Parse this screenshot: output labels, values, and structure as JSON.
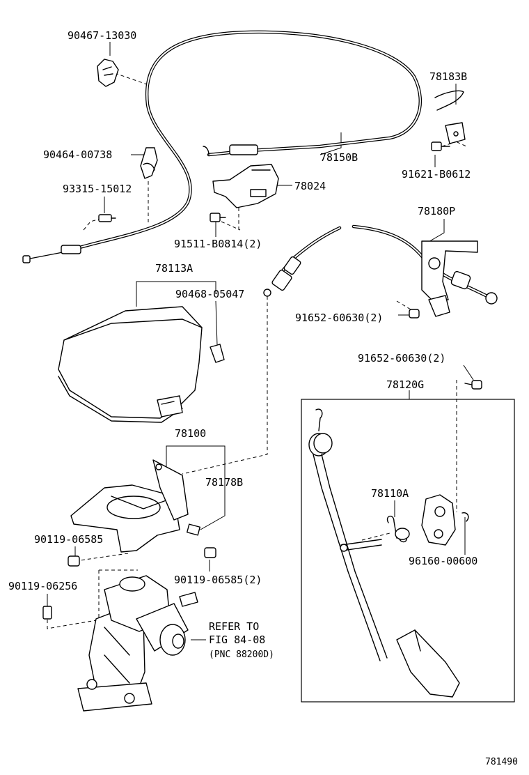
{
  "labels": {
    "p90467": "90467-13030",
    "p78183B": "78183B",
    "p90464": "90464-00738",
    "p78150B": "78150B",
    "p91621": "91621-B0612",
    "p93315": "93315-15012",
    "p78024": "78024",
    "p91511": "91511-B0814(2)",
    "p78180P": "78180P",
    "p78113A": "78113A",
    "p90468": "90468-05047",
    "p91652a": "91652-60630(2)",
    "p91652b": "91652-60630(2)",
    "p78120G": "78120G",
    "p78100": "78100",
    "p78178B": "78178B",
    "p78110A": "78110A",
    "p90119a": "90119-06585",
    "p96160": "96160-00600",
    "p90119b": "90119-06585(2)",
    "p90119c": "90119-06256"
  },
  "refer": {
    "line1": "REFER TO",
    "line2": "FIG 84-08",
    "line3": "(PNC 88200D)"
  },
  "figure_number": "781490"
}
